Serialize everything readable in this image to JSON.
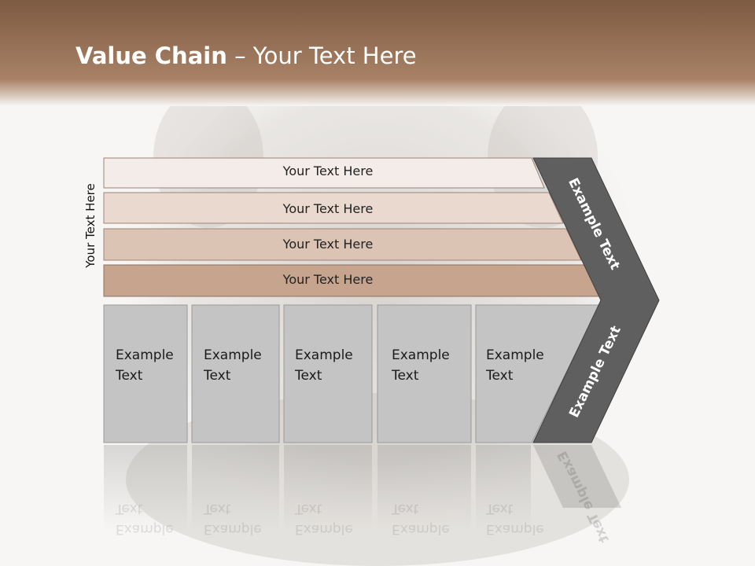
{
  "title": {
    "bold": "Value Chain",
    "rest": " – Your Text Here"
  },
  "side_label": "Your Text Here",
  "bars": [
    {
      "label": "Your Text Here",
      "color": "#f4ece9"
    },
    {
      "label": "Your Text Here",
      "color": "#ead9cf"
    },
    {
      "label": "Your Text Here",
      "color": "#dcc4b5"
    },
    {
      "label": "Your Text Here",
      "color": "#c7a48d"
    }
  ],
  "cells": [
    {
      "line1": "Example",
      "line2": "Text"
    },
    {
      "line1": "Example",
      "line2": "Text"
    },
    {
      "line1": "Example",
      "line2": "Text"
    },
    {
      "line1": "Example",
      "line2": "Text"
    },
    {
      "line1": "Example",
      "line2": "Text"
    }
  ],
  "arrow": {
    "upper_label": "Example Text",
    "lower_label": "Example Text"
  },
  "colors": {
    "header_top": "#7d5a42",
    "header_bottom": "#a98266",
    "cell_fill": "#c4c4c4",
    "arrow_fill": "#5f5f5f"
  }
}
